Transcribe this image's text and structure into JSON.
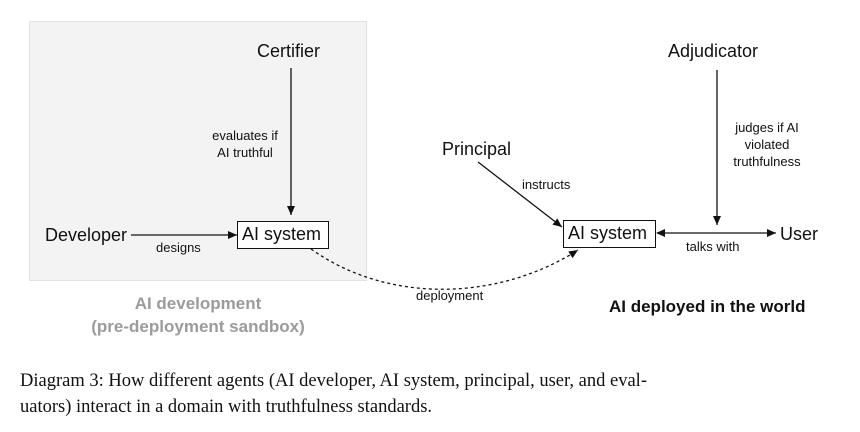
{
  "nodes": {
    "certifier": "Certifier",
    "developer": "Developer",
    "ai_system_dev": "AI system",
    "principal": "Principal",
    "adjudicator": "Adjudicator",
    "ai_system_world": "AI system",
    "user": "User"
  },
  "edges": {
    "evaluates": [
      "evaluates if",
      "AI truthful"
    ],
    "designs": "designs",
    "deployment": "deployment",
    "instructs": "instructs",
    "judges": [
      "judges if AI",
      "violated",
      "truthfulness"
    ],
    "talks_with": "talks with"
  },
  "regions": {
    "development": [
      "AI development",
      "(pre-deployment sandbox)"
    ],
    "deployed": "AI deployed in the world"
  },
  "caption": {
    "line1": "Diagram 3: How different agents (AI developer, AI system, principal, user, and eval-",
    "line2": "uators) interact in a domain with truthfulness standards."
  }
}
